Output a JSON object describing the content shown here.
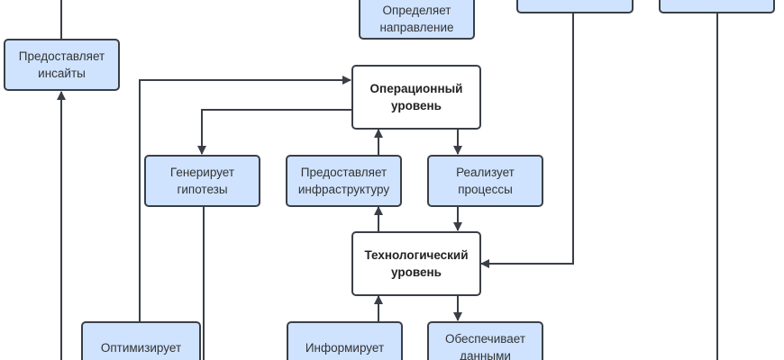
{
  "nodes": {
    "insights": "Предоставляет инсайты",
    "direction": "Определяет направление",
    "top_right_1": "",
    "top_right_2": "",
    "operational": "Операционный уровень",
    "hypotheses": "Генерирует гипотезы",
    "infrastructure": "Предоставляет инфраструктуру",
    "processes": "Реализует процессы",
    "technological": "Технологический уровень",
    "optimizes": "Оптимизирует",
    "informs": "Информирует",
    "provides_data": "Обеспечивает данными"
  },
  "colors": {
    "node_fill": "#cfe3fe",
    "level_fill": "#ffffff",
    "stroke": "#3a3f47"
  }
}
